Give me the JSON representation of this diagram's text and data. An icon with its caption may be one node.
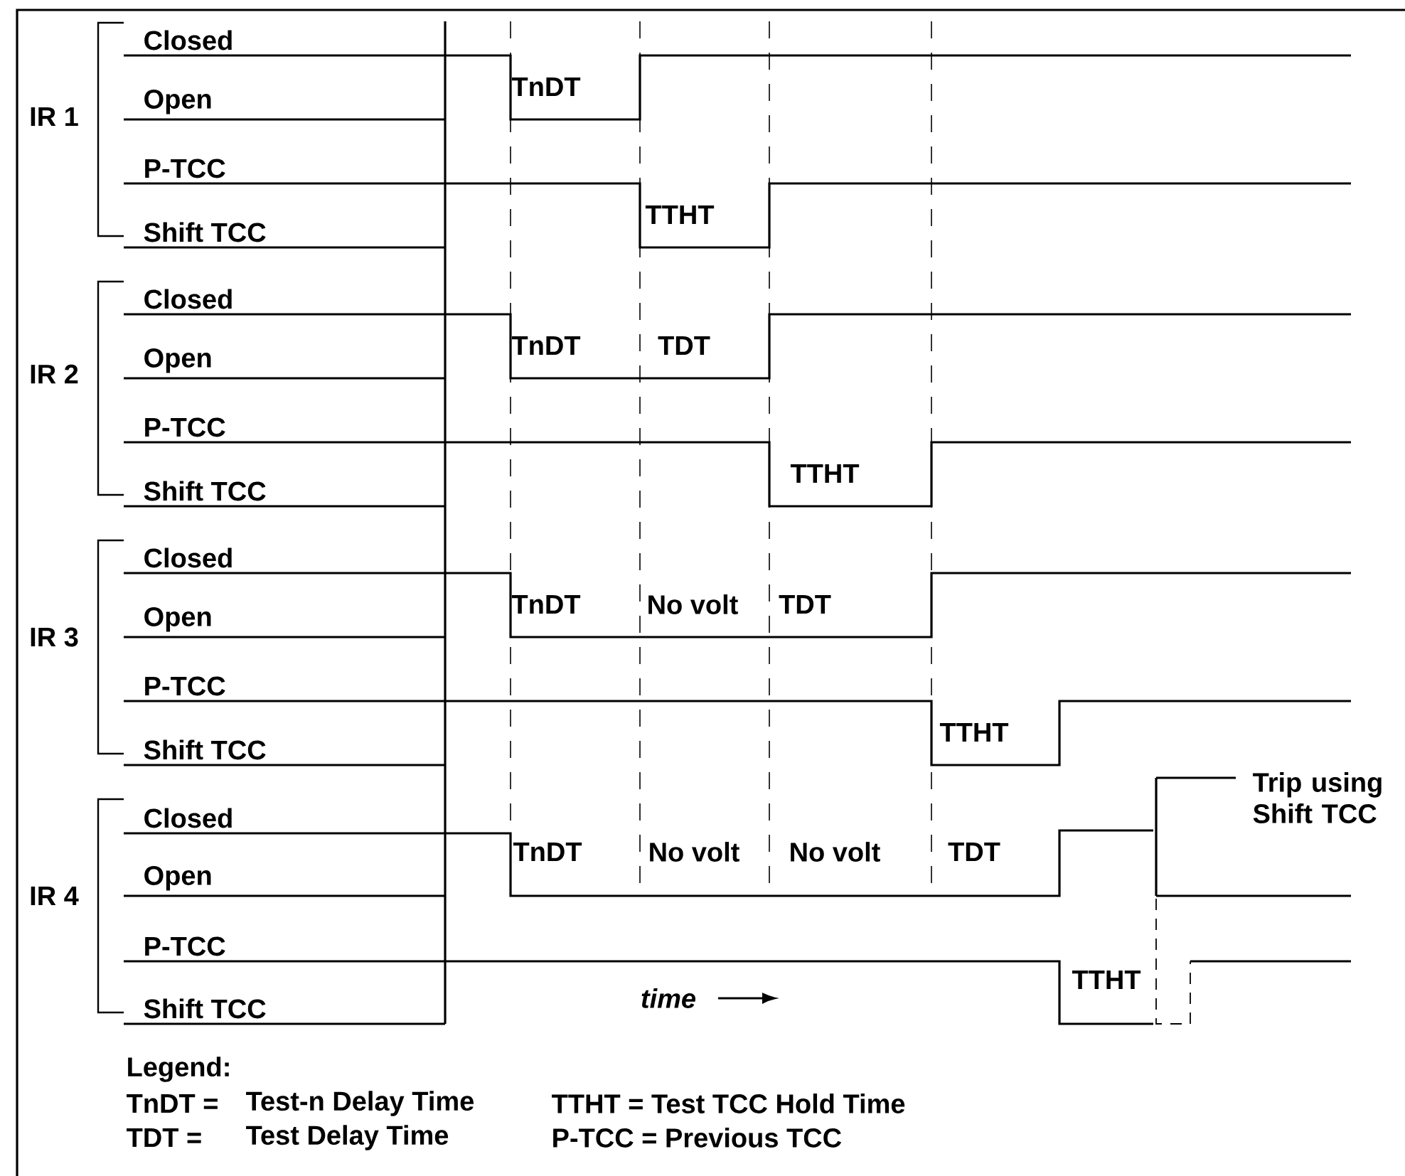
{
  "diagram": {
    "labels": [
      "IR 1",
      "Closed",
      "Open",
      "P-TCC",
      "Shift TCC",
      "TnDT",
      "TTHT",
      "IR 2",
      "Closed",
      "Open",
      "P-TCC",
      "Shift TCC",
      "TnDT",
      "TDT",
      "TTHT",
      "IR 3",
      "Closed",
      "Open",
      "P-TCC",
      "Shift TCC",
      "TnDT",
      "No volt",
      "TDT",
      "TTHT",
      "IR 4",
      "Closed",
      "Open",
      "P-TCC",
      "Shift TCC",
      "TnDT",
      "No volt",
      "No volt",
      "TDT",
      "TTHT",
      "Trip using Shift TCC",
      "time",
      "Legend:",
      "TnDT =",
      "Test-n Delay Time",
      "TTHT = Test TCC Hold Time",
      "TDT =",
      "Test Delay Time",
      "P-TCC = Previous TCC"
    ]
  }
}
